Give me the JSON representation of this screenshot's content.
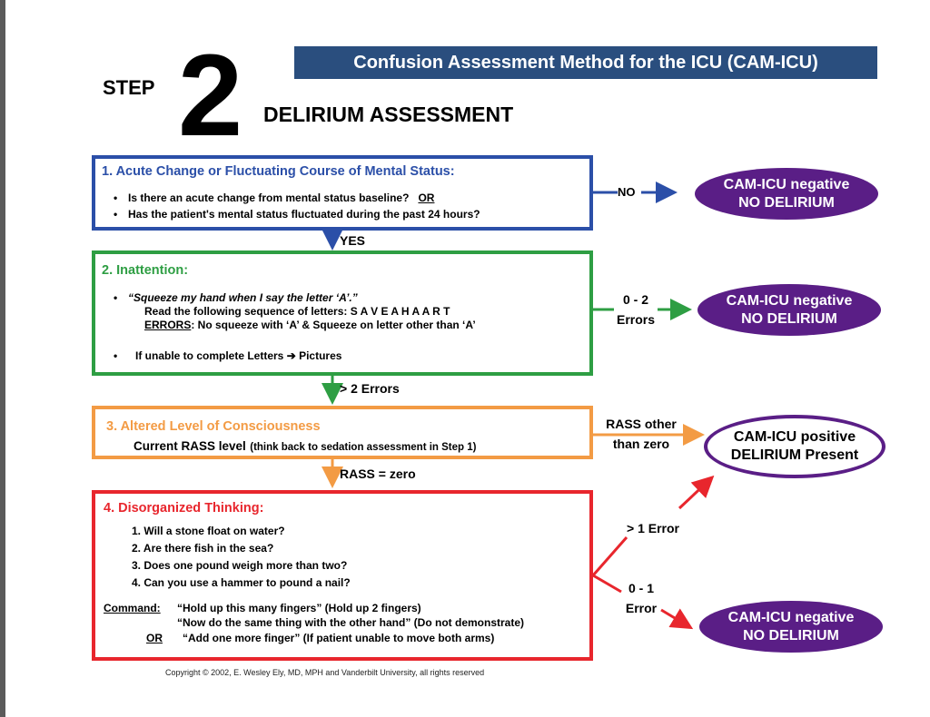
{
  "header": {
    "banner": "Confusion Assessment Method for the ICU (CAM-ICU)",
    "step_word": "STEP",
    "step_number": "2",
    "subtitle": "DELIRIUM ASSESSMENT"
  },
  "boxes": {
    "box1": {
      "title": "1. Acute Change or Fluctuating Course of Mental Status:",
      "bullet1": "Is there an acute change from mental status baseline?",
      "bullet1_or": "OR",
      "bullet2": "Has the patient's mental status fluctuated during the past 24 hours?",
      "color": "#2b4fa8"
    },
    "box2": {
      "title": "2. Inattention:",
      "bullet1_quote": "“Squeeze my hand when I say the letter ‘A’.”",
      "line2": "Read the following sequence of letters: S A V E A H A A R T",
      "errors_label": "ERRORS",
      "errors_text": ": No squeeze with ‘A’ & Squeeze on letter other than ‘A’",
      "bullet2": "If unable to complete Letters ➔ Pictures",
      "color": "#2e9e43"
    },
    "box3": {
      "title": "3. Altered Level of Consciousness",
      "line_main": "Current RASS level",
      "line_sub": "(think back to sedation assessment in Step 1)",
      "color": "#f39b44"
    },
    "box4": {
      "title": "4. Disorganized Thinking:",
      "q1": "1. Will a stone float on water?",
      "q2": "2. Are there fish in the sea?",
      "q3": "3. Does one pound weigh more than two?",
      "q4": "4. Can you use a hammer to pound a nail?",
      "command_label": "Command:",
      "command1": "“Hold up this many fingers” (Hold up 2 fingers)",
      "command2": "“Now do the same thing with the other hand” (Do not demonstrate)",
      "or_label": "OR",
      "command3": "“Add one more finger” (If patient unable to move both arms)",
      "color": "#e8262d"
    }
  },
  "connectors": {
    "no": "NO",
    "yes": "YES",
    "errors_0_2_line1": "0 - 2",
    "errors_0_2_line2": "Errors",
    "more_than_2_errors": "> 2 Errors",
    "rass_other_line1": "RASS other",
    "rass_other_line2": "than zero",
    "rass_zero": "RASS = zero",
    "more_than_1_error": "> 1 Error",
    "errors_0_1_line1": "0 - 1",
    "errors_0_1_line2": "Error"
  },
  "outcomes": {
    "negative1": {
      "line1": "CAM-ICU negative",
      "line2": "NO DELIRIUM"
    },
    "negative2": {
      "line1": "CAM-ICU negative",
      "line2": "NO DELIRIUM"
    },
    "positive": {
      "line1": "CAM-ICU positive",
      "line2": "DELIRIUM Present"
    },
    "negative3": {
      "line1": "CAM-ICU negative",
      "line2": "NO DELIRIUM"
    },
    "purple": "#5a1e86"
  },
  "footer": {
    "copyright": "Copyright © 2002, E. Wesley Ely, MD, MPH and Vanderbilt University, all rights reserved"
  }
}
